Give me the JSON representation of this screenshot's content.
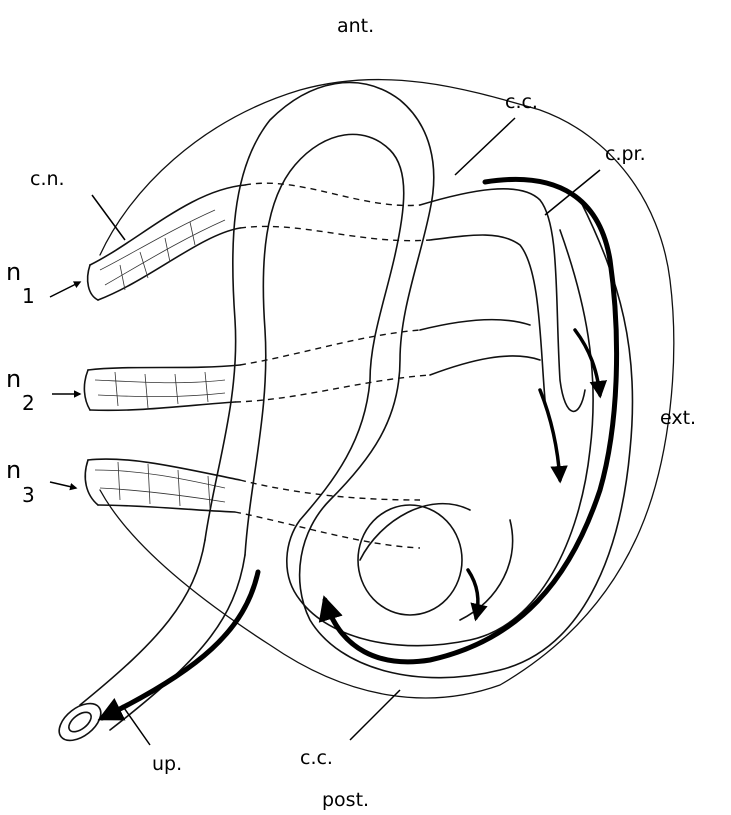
{
  "labels": {
    "ant": "ant.",
    "post": "post.",
    "ext": "ext.",
    "cc_top": "c.c.",
    "cc_bottom": "c.c.",
    "cpr": "c.pr.",
    "cn": "c.n.",
    "up": "up.",
    "n1_base": "n",
    "n1_sub": "1",
    "n2_base": "n",
    "n2_sub": "2",
    "n3_base": "n",
    "n3_sub": "3"
  }
}
